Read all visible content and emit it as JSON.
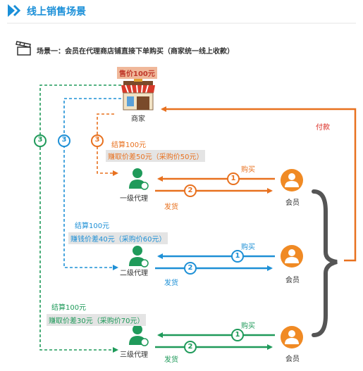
{
  "header": {
    "title": "线上销售场景"
  },
  "scene": {
    "label": "场景一：会员在代理商店铺直接下单购买（商家统一线上收款）"
  },
  "merchant": {
    "price_tag": "售价100元",
    "label": "商家"
  },
  "payment_label": "付款",
  "tiers": [
    {
      "agent_label": "一级代理",
      "settle": "结算100元",
      "margin": "赚取价差50元（采购价50元）",
      "buy": "购买",
      "ship": "发货",
      "member": "会员",
      "step_settle": "3",
      "step_buy": "1",
      "step_ship": "2",
      "color": "#e8711f"
    },
    {
      "agent_label": "二级代理",
      "settle": "结算100元",
      "margin": "赚钱价差40元（采购价60元）",
      "buy": "购买",
      "ship": "发货",
      "member": "会员",
      "step_settle": "3",
      "step_buy": "1",
      "step_ship": "2",
      "color": "#1e90d6"
    },
    {
      "agent_label": "三级代理",
      "settle": "结算100元",
      "margin": "赚取价差30元（采购价70元）",
      "buy": "购买",
      "ship": "发货",
      "member": "会员",
      "step_settle": "3",
      "step_buy": "1",
      "step_ship": "2",
      "color": "#1f9a5a"
    }
  ]
}
